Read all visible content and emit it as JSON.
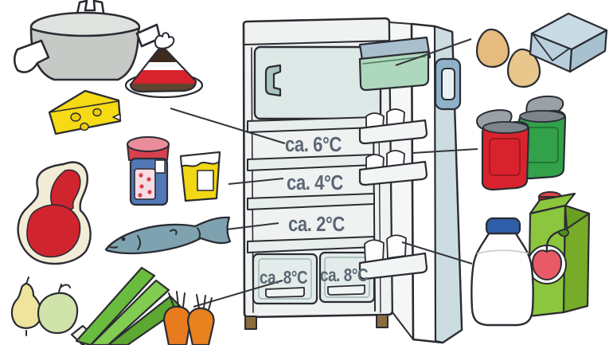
{
  "diagram": {
    "subject": "refrigerator-food-storage-temperature-zones"
  },
  "labels": {
    "shelves": [
      {
        "label": "ca. 6°C"
      },
      {
        "label": "ca. 4°C"
      },
      {
        "label": "ca. 2°C"
      }
    ],
    "drawers": [
      {
        "label": "ca. 8°C"
      },
      {
        "label": "ca. 8°C"
      }
    ]
  },
  "items": {
    "left": [
      "cooking-pot",
      "cake-slice",
      "cheese-wedge",
      "jam-jar",
      "yellow-cup",
      "meat",
      "fish",
      "pear",
      "apple",
      "leek",
      "carrots"
    ],
    "right": [
      "eggs",
      "butter-pack",
      "opened-cans",
      "milk-bottle",
      "juice-carton"
    ]
  },
  "colors": {
    "outline": "#2b2c33",
    "fridge_body": "#eff2f1",
    "freezer_door": "#dde9e6",
    "door_edge_blue": "#ccdde2",
    "door_handle_blue": "#8fb2cb",
    "butter_compartment_green": "#aed8bd",
    "label_text": "#5c6774",
    "meat_red": "#d0242f",
    "cheese_yellow": "#f6da14",
    "fish_blue": "#7fa2b0",
    "leek_green": "#74c043",
    "carrot_orange": "#e87b1e",
    "egg_brown": "#e5bc7e",
    "can_red": "#d8232f",
    "can_green": "#33a04a",
    "milk_cap_blue": "#2e5ea8",
    "juice_green": "#8cc63e",
    "pot_gray": "#c6c9c6"
  }
}
